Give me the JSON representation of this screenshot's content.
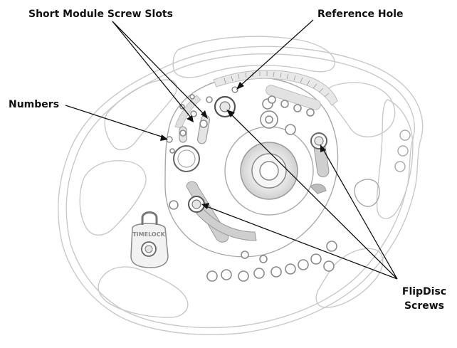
{
  "labels": {
    "short_module_screw_slots": "Short Module Screw Slots",
    "reference_hole": "Reference Hole",
    "numbers": "Numbers",
    "flipdisc_line1": "FlipDisc",
    "flipdisc_line2": "Screws"
  },
  "logo": {
    "text": "TIMELOCK"
  },
  "colors": {
    "text": "#111111",
    "outline": "#c9c9c9",
    "hole_ring": "#8a8a8a",
    "scale_band": "#bdbdbd",
    "slot_fill": "#d8d8d8"
  }
}
